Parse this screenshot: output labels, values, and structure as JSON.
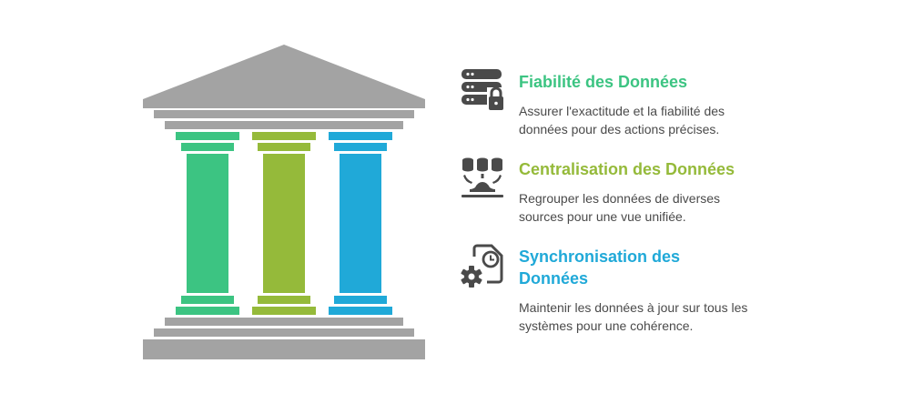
{
  "diagram": {
    "type": "temple-pillars",
    "colors": {
      "structure": "#a3a3a3",
      "pillar_1": "#3cc482",
      "pillar_2": "#95ba3a",
      "pillar_3": "#20a9d8",
      "icon": "#4a4a4a",
      "text": "#4a4a4a"
    }
  },
  "items": [
    {
      "icon": "server-lock-icon",
      "title": "Fiabilité des Données",
      "description": "Assurer l'exactitude et la fiabilité des données pour des actions précises.",
      "color": "#3cc482"
    },
    {
      "icon": "data-merge-icon",
      "title": "Centralisation des Données",
      "description": "Regrouper les données de diverses sources pour une vue unifiée.",
      "color": "#95ba3a"
    },
    {
      "icon": "sync-gear-clock-icon",
      "title": "Synchronisation des Données",
      "description": "Maintenir les données à jour sur tous les systèmes pour une cohérence.",
      "color": "#20a9d8"
    }
  ]
}
